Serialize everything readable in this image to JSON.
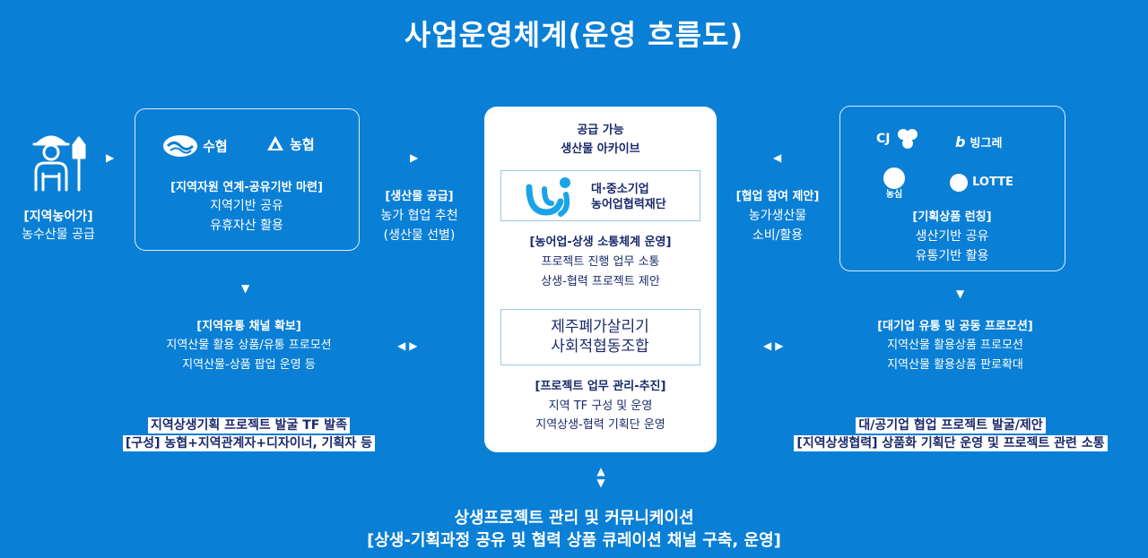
{
  "title": "사업운영체계(운영 흐름도)",
  "farmer": {
    "label": "[지역농어가]",
    "desc": "농수산물 공급"
  },
  "left_box": {
    "logo1": "수협",
    "logo2": "농협",
    "heading": "[지역자원 연계-공유기반 마련]",
    "line1": "지역기반 공유",
    "line2": "유휴자산 활용"
  },
  "supply": {
    "heading": "[생산물 공급]",
    "line1": "농가 협업 추천",
    "line2": "(생산물 선별)"
  },
  "left_channel": {
    "heading": "[지역유통 채널 확보]",
    "line1": "지역산물 활용 상품/유통 프로모션",
    "line2": "지역산물-상품 팝업 운영 등"
  },
  "left_highlight": {
    "line1": "지역상생기획 프로젝트 발굴 TF 발족",
    "line2": "[구성] 농협+지역관계자+디자이너, 기획자 등"
  },
  "center": {
    "top1": "공급 가능",
    "top2": "생산물 아카이브",
    "foundation1": "대·중소기업",
    "foundation2": "농어업협력재단",
    "heading1": "[농어업-상생 소통체계 운영]",
    "h1line1": "프로젝트 진행 업무 소통",
    "h1line2": "상생-협력 프로젝트 제안",
    "jeju1": "제주폐가살리기",
    "jeju2": "사회적협동조합",
    "heading2": "[프로젝트 업무 관리-추진]",
    "h2line1": "지역 TF 구성 및 운영",
    "h2line2": "지역상생-협력 기획단 운영"
  },
  "cooperate": {
    "heading": "[협업 참여 제안]",
    "line1": "농가생산물",
    "line2": "소비/활용"
  },
  "right_box": {
    "logo_cj": "CJ",
    "logo_binggrae": "빙그레",
    "logo_nongshim": "농심",
    "logo_lotte": "LOTTE",
    "heading": "[기획상품 런칭]",
    "line1": "생산기반 공유",
    "line2": "유통기반 활용"
  },
  "right_channel": {
    "heading": "[대기업 유통 및 공동 프로모션]",
    "line1": "지역산물 활용상품 프로모션",
    "line2": "지역산물 활용상품 판로확대"
  },
  "right_highlight": {
    "line1": "대/공기업 협업 프로젝트 발굴/제안",
    "line2": "[지역상생협력] 상품화 기획단 운영 및 프로젝트 관련 소통"
  },
  "bottom": {
    "line1": "상생프로젝트 관리 및 커뮤니케이션",
    "line2": "[상생-기획과정 공유 및 협력 상품 큐레이션 채널 구축, 운영]"
  },
  "icons": {
    "farmer": "farmer-icon",
    "arrow_right": "triangle-right-icon",
    "arrow_left": "triangle-left-icon",
    "arrow_down": "triangle-down-icon",
    "arrow_both": "double-triangle-icon",
    "arrow_updown": "up-down-triangle-icon"
  },
  "colors": {
    "background": "#0a7fd6",
    "text_dark": "#1a2a6b"
  }
}
